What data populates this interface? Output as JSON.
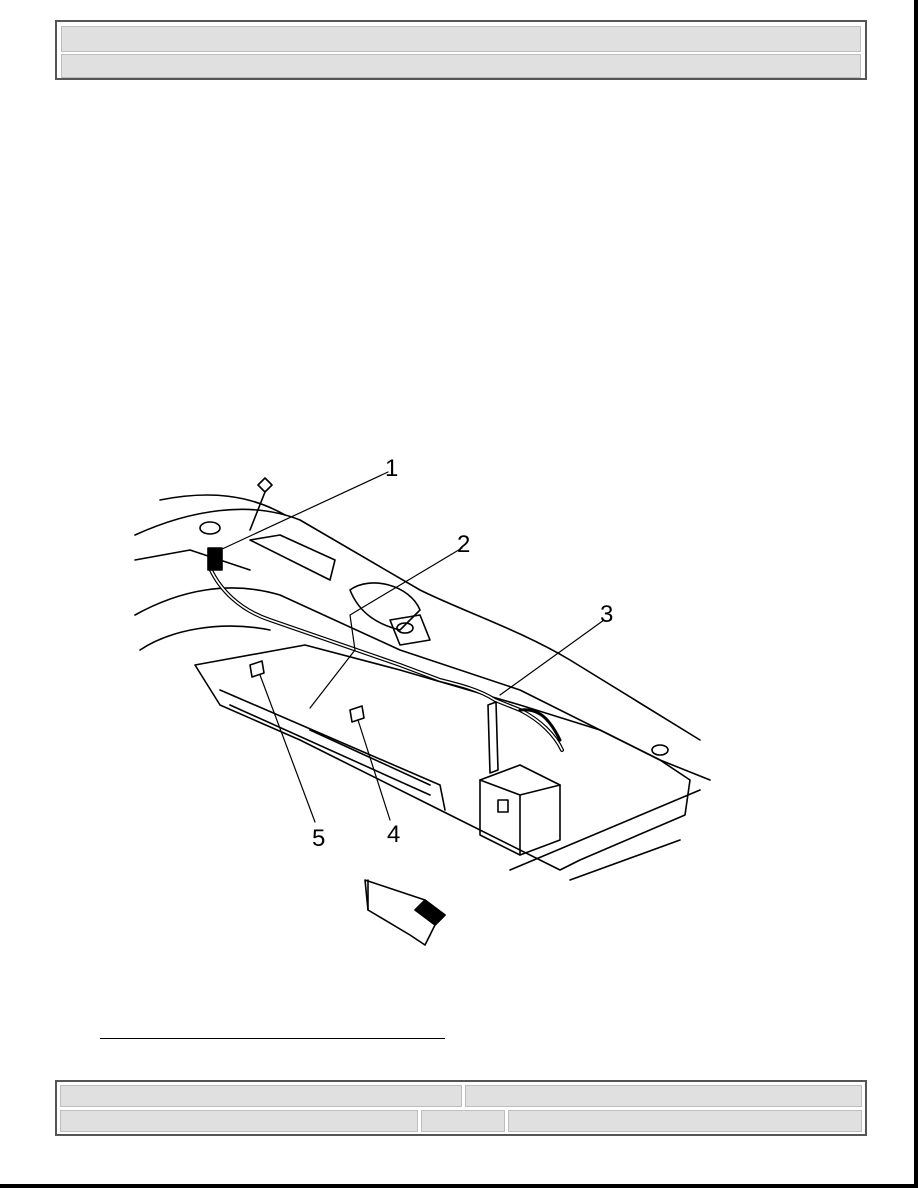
{
  "figure": {
    "callouts": [
      "1",
      "2",
      "3",
      "4",
      "5"
    ]
  }
}
